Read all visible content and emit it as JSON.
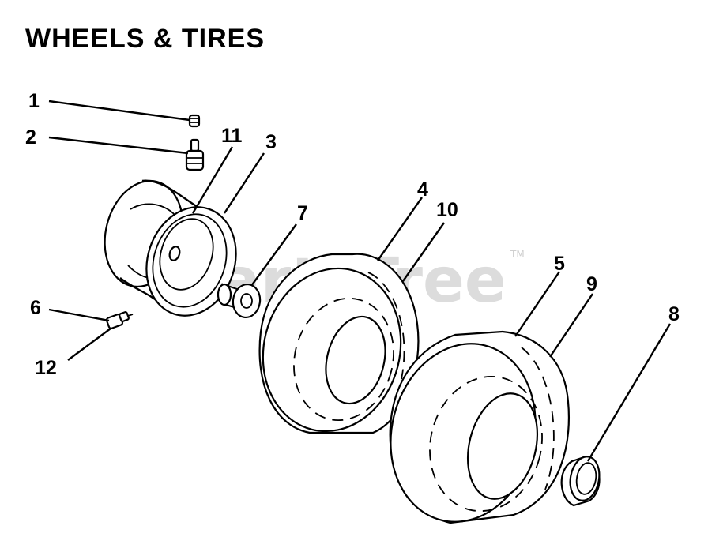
{
  "title": "WHEELS & TIRES",
  "watermark": {
    "text": "PartsTree",
    "trademark": "TM"
  },
  "callouts": [
    {
      "id": "1",
      "label": "1"
    },
    {
      "id": "2",
      "label": "2"
    },
    {
      "id": "11",
      "label": "11"
    },
    {
      "id": "3",
      "label": "3"
    },
    {
      "id": "7",
      "label": "7"
    },
    {
      "id": "4",
      "label": "4"
    },
    {
      "id": "10",
      "label": "10"
    },
    {
      "id": "5",
      "label": "5"
    },
    {
      "id": "9",
      "label": "9"
    },
    {
      "id": "8",
      "label": "8"
    },
    {
      "id": "6",
      "label": "6"
    },
    {
      "id": "12",
      "label": "12"
    }
  ]
}
